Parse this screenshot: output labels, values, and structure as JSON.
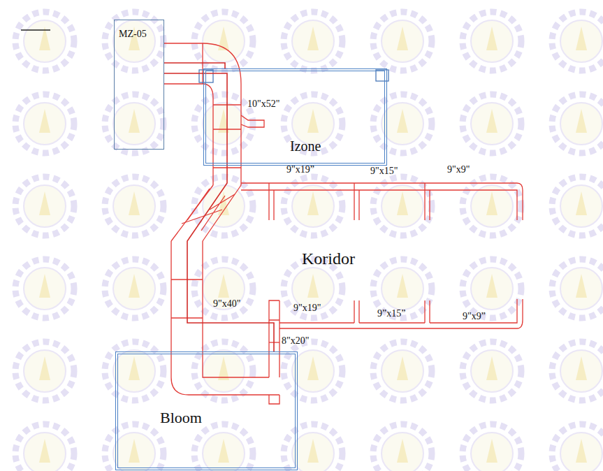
{
  "diagram": {
    "nodes": [
      {
        "text": [
          "MZ-05"
        ]
      },
      {
        "text": [
          "Izone"
        ]
      },
      {
        "text": [
          "Bloom"
        ]
      }
    ],
    "edges": [
      {
        "from": 0,
        "to": 1,
        "arrow": "none"
      },
      {
        "from": 0,
        "to": 2,
        "arrow": "none"
      }
    ],
    "labels": [
      "10\"x52\"",
      "9\"x19”",
      "9\"x15\"",
      "9\"x9\"",
      "Koridor",
      "9\"x40\"",
      "9\"x19\"",
      "9”x15”",
      "9\"x9”",
      "8\"x20\""
    ]
  }
}
